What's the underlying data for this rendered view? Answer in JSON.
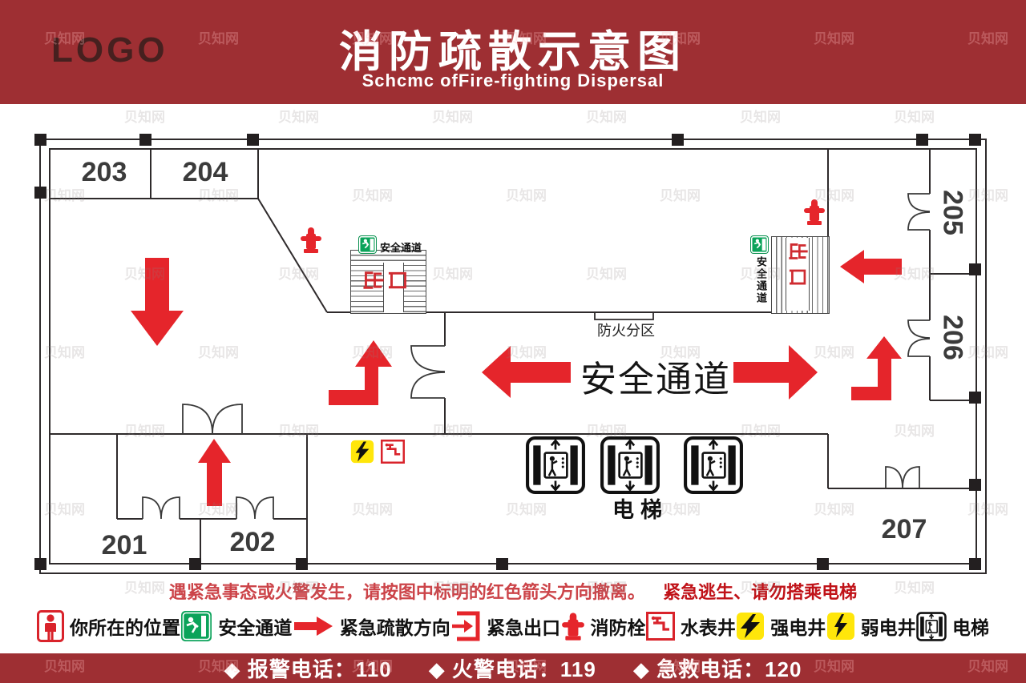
{
  "header": {
    "logo": "LOGO",
    "title": "消防疏散示意图",
    "subtitle": "Schcmc ofFire-fighting Dispersal"
  },
  "plan": {
    "rooms": {
      "r201": "201",
      "r202": "202",
      "r203": "203",
      "r204": "204",
      "r205": "205",
      "r206": "206",
      "r207": "207"
    },
    "corridor_label": "安全通道",
    "fire_partition_label": "防火分区",
    "elevator_label": "电梯",
    "stair_exit_char1": "出",
    "stair_exit_char2": "口",
    "exit_sign_label": "安全通道"
  },
  "notice": {
    "main": "遇紧急事态或火警发生，请按图中标明的红色箭头方向撤离。",
    "emphasis": "紧急逃生、请勿搭乘电梯"
  },
  "legend": {
    "items": [
      {
        "icon": "person-location-icon",
        "label": "你所在的位置"
      },
      {
        "icon": "safe-passage-icon",
        "label": "安全通道"
      },
      {
        "icon": "evacuation-arrow-icon",
        "label": "紧急疏散方向"
      },
      {
        "icon": "emergency-exit-icon",
        "label": "紧急出口"
      },
      {
        "icon": "fire-hydrant-icon",
        "label": "消防栓"
      },
      {
        "icon": "water-meter-icon",
        "label": "水表井"
      },
      {
        "icon": "strong-electric-icon",
        "label": "强电井"
      },
      {
        "icon": "weak-electric-icon",
        "label": "弱电井"
      },
      {
        "icon": "elevator-icon",
        "label": "电梯"
      }
    ]
  },
  "footer": {
    "items": [
      "◆ 报警电话：110",
      "◆ 火警电话：119",
      "◆ 急救电话：120"
    ]
  },
  "watermark": "贝知网",
  "colors": {
    "brand_red": "#9e2f33",
    "arrow_red": "#e5252b",
    "sign_green": "#0ba35a",
    "well_yellow": "#ffe60a",
    "wall_black": "#231f20"
  }
}
